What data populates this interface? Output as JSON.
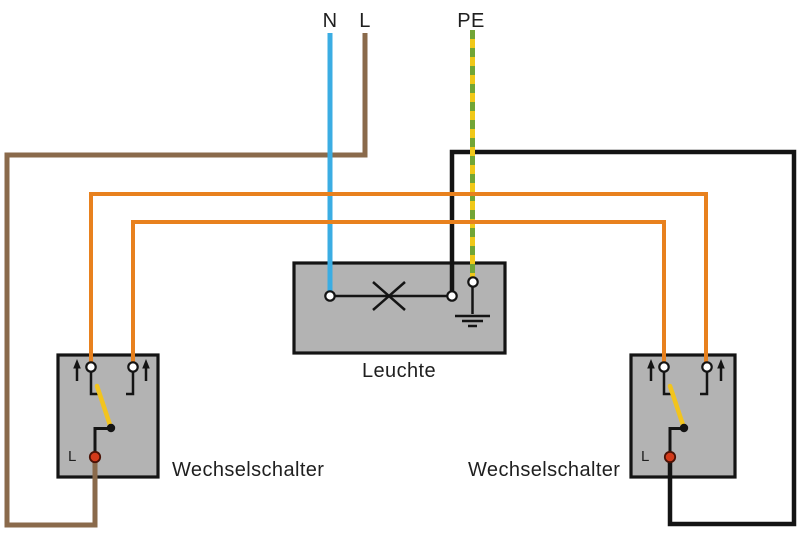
{
  "labels": {
    "n": "N",
    "l": "L",
    "pe": "PE",
    "luminaire": "Leuchte",
    "switch_left": "Wechselschalter",
    "switch_right": "Wechselschalter",
    "switch_left_l": "L",
    "switch_right_l": "L"
  },
  "colors": {
    "background": "#FFFFFF",
    "text": "#1F1F1F",
    "outline": "#141414",
    "box_fill": "#B3B3B3",
    "neutral_wire": "#3BADE3",
    "line_wire": "#8A6A4B",
    "pe_yellow": "#F0C818",
    "pe_green": "#71A536",
    "switched_wire": "#141414",
    "corresponding_wire": "#E8811E",
    "lever": "#F2C41E",
    "terminal_fill": "#FFFFFF",
    "terminal_red": "#D33A1A",
    "terminal_red_border": "#4A1206"
  }
}
